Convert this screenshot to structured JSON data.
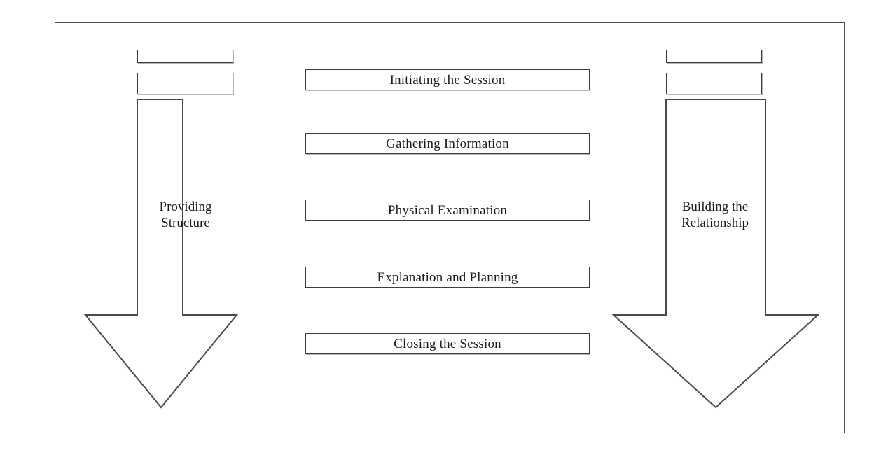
{
  "figure": {
    "type": "process-flow-diagram",
    "frame": {
      "border_color": "#4d4d4d"
    },
    "box_border_color": "#3d3d3d",
    "background": "#ffffff"
  },
  "center_column": {
    "name": "consultation-stages",
    "boxes": [
      {
        "label": "Initiating the Session"
      },
      {
        "label": "Gathering Information"
      },
      {
        "label": "Physical Examination"
      },
      {
        "label": "Explanation and Planning"
      },
      {
        "label": "Closing the Session"
      }
    ]
  },
  "left_arrow": {
    "name": "providing-structure-arrow",
    "label_line_1": "Providing",
    "label_line_2": "Structure",
    "caps": [
      {
        "label": ""
      },
      {
        "label": ""
      }
    ]
  },
  "right_arrow": {
    "name": "building-the-relationship-arrow",
    "label_line_1": "Building the",
    "label_line_2": "Relationship",
    "caps": [
      {
        "label": ""
      },
      {
        "label": ""
      }
    ]
  }
}
